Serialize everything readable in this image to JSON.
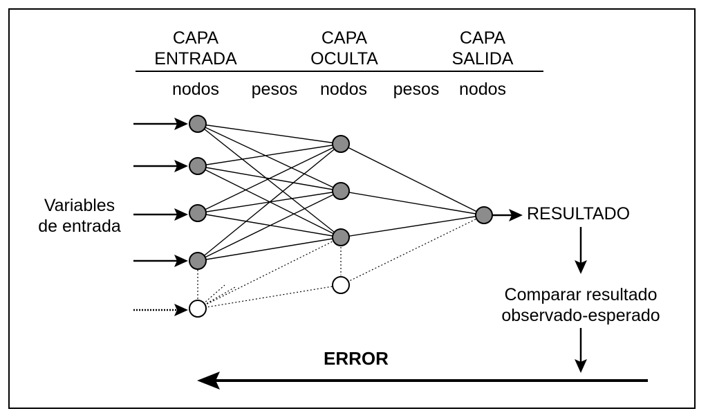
{
  "header": {
    "input_layer": [
      "CAPA",
      "ENTRADA"
    ],
    "hidden_layer": [
      "CAPA",
      "OCULTA"
    ],
    "output_layer": [
      "CAPA",
      "SALIDA"
    ]
  },
  "subheader": {
    "input_nodes": "nodos",
    "weights_1": "pesos",
    "hidden_nodes": "nodos",
    "weights_2": "pesos",
    "output_nodes": "nodos"
  },
  "input_variables_label": [
    "Variables",
    "de entrada"
  ],
  "result_label": "RESULTADO",
  "compare_label": [
    "Comparar resultado",
    "observado-esperado"
  ],
  "error_label": "ERROR",
  "colors": {
    "active_node": "#8c8c8c",
    "inactive_node": "#ffffff",
    "line": "#000000"
  }
}
